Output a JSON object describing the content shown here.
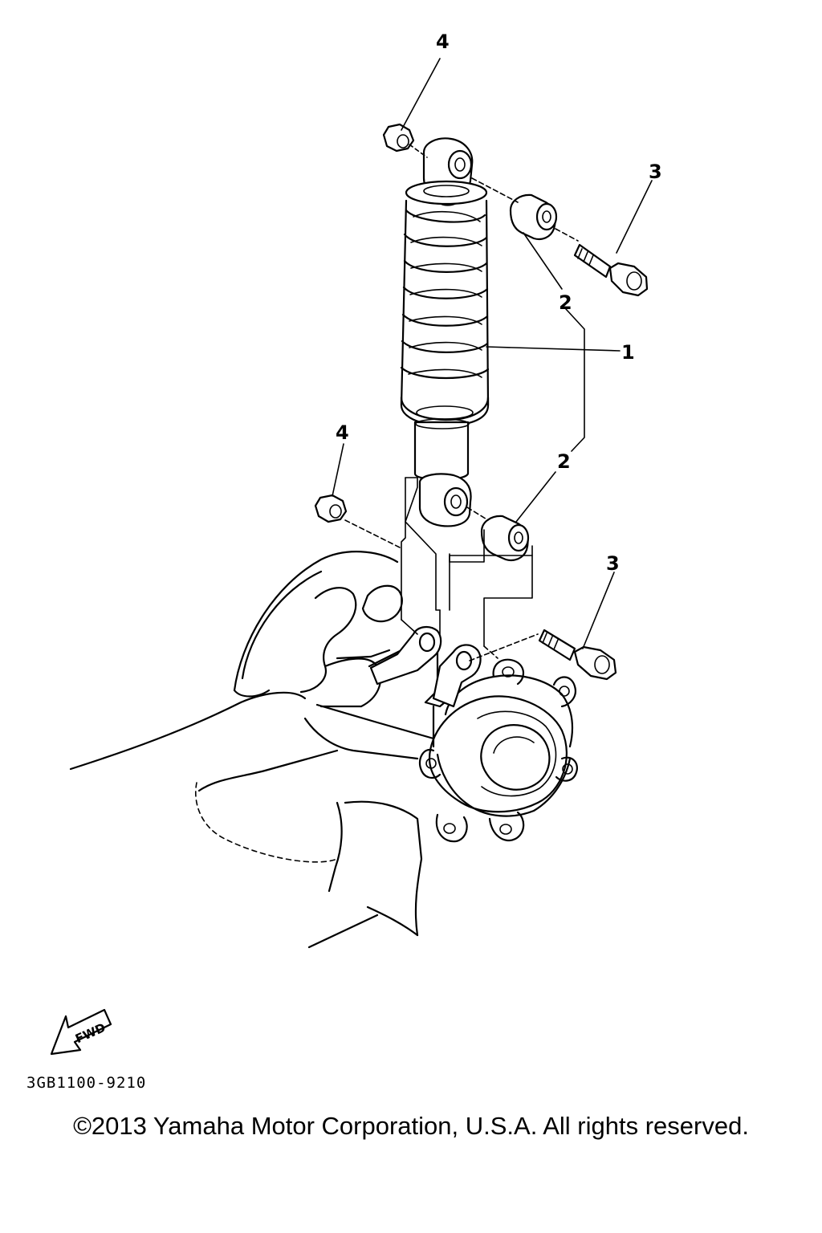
{
  "callouts": [
    {
      "number": "4"
    },
    {
      "number": "3"
    },
    {
      "number": "2"
    },
    {
      "number": "1"
    },
    {
      "number": "4"
    },
    {
      "number": "2"
    },
    {
      "number": "3"
    }
  ],
  "fwd_label": "FWD",
  "part_code": "3GB1100-9210",
  "copyright": "©2013 Yamaha Motor Corporation, U.S.A. All rights reserved."
}
